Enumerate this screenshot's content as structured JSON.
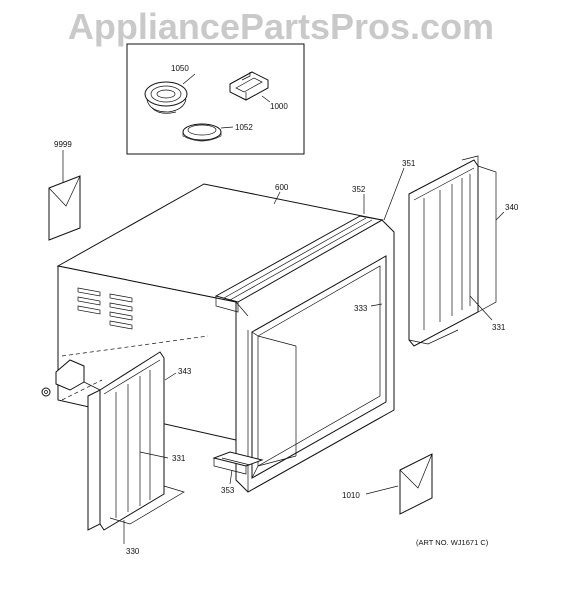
{
  "watermark": "AppliancePartsPros.com",
  "art_number": "(ART NO. WJ1671 C)",
  "parts": {
    "p1050": "1050",
    "p1000": "1000",
    "p1052": "1052",
    "p9999": "9999",
    "p600": "600",
    "p352": "352",
    "p351": "351",
    "p340": "340",
    "p333": "333",
    "p331a": "331",
    "p343": "343",
    "p331b": "331",
    "p353": "353",
    "p1010": "1010",
    "p330": "330"
  }
}
